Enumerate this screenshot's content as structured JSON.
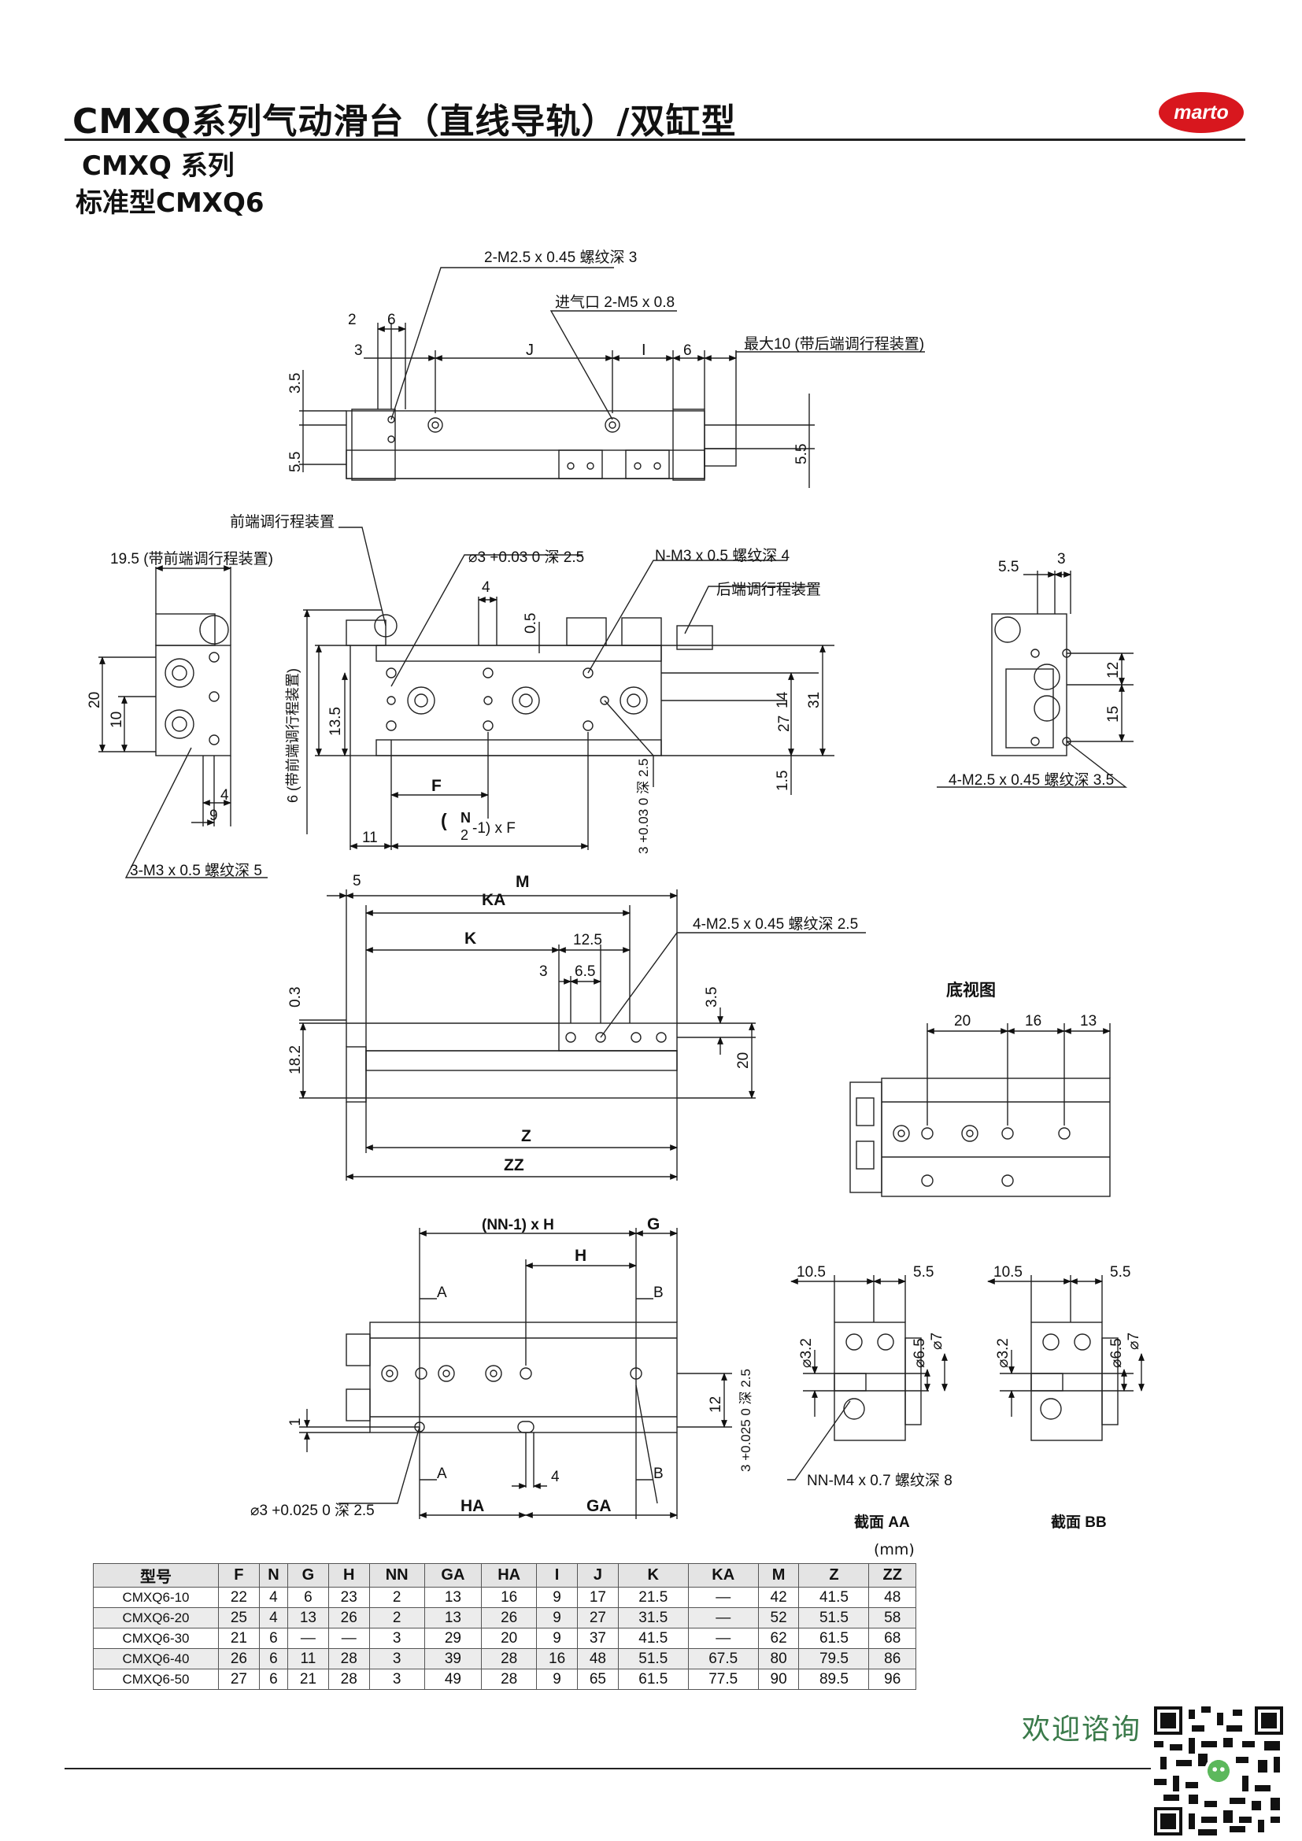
{
  "header": {
    "title": "CMXQ系列气动滑台（直线导轨）/双缸型",
    "series": "CMXQ 系列",
    "model": "标准型CMXQ6",
    "brand": "marto",
    "brand_color": "#d8171e"
  },
  "drawings": {
    "top_view": {
      "callout_thread": "2-M2.5 x 0.45 螺纹深 3",
      "callout_port": "进气口 2-M5 x 0.8",
      "callout_max": "最大10 (带后端调行程装置)",
      "dims": {
        "d2": "2",
        "d6a": "6",
        "d3": "3",
        "dJ": "J",
        "dI": "I",
        "d6b": "6",
        "d35": "3.5",
        "d55a": "5.5",
        "d55b": "5.5"
      }
    },
    "front_view": {
      "front_adjuster": "前端调行程装置",
      "front_dim": "19.5 (带前端调行程装置)",
      "dowel": "⌀3 +0.03 0 深 2.5",
      "thread_n": "N-M3 x 0.5 螺纹深 4",
      "rear_adjuster": "后端调行程装置",
      "left_thread": "3-M3 x 0.5 螺纹深 5",
      "vertical_note": "6 (带前端调行程装置)",
      "bottom_dowel": "3 +0.03 0 深 2.5",
      "formula_n": "N",
      "formula_2": "2",
      "formula_rest": "-1) x F",
      "dims": {
        "d20": "20",
        "d10": "10",
        "d4a": "4",
        "d9": "9",
        "d4b": "4",
        "d05": "0.5",
        "d135": "13.5",
        "dF": "F",
        "d11": "11",
        "d14": "14",
        "d27": "27",
        "d31": "31",
        "d15a": "1.5"
      }
    },
    "right_view": {
      "thread": "4-M2.5 x 0.45 螺纹深 3.5",
      "dims": {
        "d55": "5.5",
        "d3": "3",
        "d12": "12",
        "d15": "15"
      }
    },
    "side_view": {
      "thread": "4-M2.5 x 0.45 螺纹深 2.5",
      "dims": {
        "d5": "5",
        "dM": "M",
        "dKA": "KA",
        "dK": "K",
        "d125": "12.5",
        "d3": "3",
        "d65": "6.5",
        "d03": "0.3",
        "d35": "3.5",
        "d182": "18.2",
        "d20": "20",
        "dZ": "Z",
        "dZZ": "ZZ"
      }
    },
    "bottom_view": {
      "title": "底视图",
      "dims": {
        "d20": "20",
        "d16": "16",
        "d13": "13"
      }
    },
    "lower_view": {
      "formula": "(NN-1) x H",
      "dims": {
        "dG": "G",
        "dH": "H",
        "dA": "A",
        "dB": "B",
        "d1": "1",
        "d12": "12",
        "d4": "4",
        "dHA": "HA",
        "dGA": "GA"
      },
      "right_dowel": "3 +0.025 0 深 2.5",
      "left_dowel": "⌀3 +0.025 0 深 2.5",
      "thread_nn": "NN-M4 x 0.7 螺纹深 8"
    },
    "section_aa": {
      "title": "截面 AA",
      "dims": {
        "d105": "10.5",
        "d55": "5.5",
        "d32": "⌀3.2",
        "d65": "⌀6.5",
        "d7": "⌀7"
      }
    },
    "section_bb": {
      "title": "截面 BB",
      "dims": {
        "d105": "10.5",
        "d55": "5.5",
        "d32": "⌀3.2",
        "d65": "⌀6.5",
        "d7": "⌀7"
      }
    }
  },
  "table": {
    "unit": "(mm)",
    "headers": [
      "型号",
      "F",
      "N",
      "G",
      "H",
      "NN",
      "GA",
      "HA",
      "I",
      "J",
      "K",
      "KA",
      "M",
      "Z",
      "ZZ"
    ],
    "rows": [
      [
        "CMXQ6-10",
        "22",
        "4",
        "6",
        "23",
        "2",
        "13",
        "16",
        "9",
        "17",
        "21.5",
        "—",
        "42",
        "41.5",
        "48"
      ],
      [
        "CMXQ6-20",
        "25",
        "4",
        "13",
        "26",
        "2",
        "13",
        "26",
        "9",
        "27",
        "31.5",
        "—",
        "52",
        "51.5",
        "58"
      ],
      [
        "CMXQ6-30",
        "21",
        "6",
        "—",
        "—",
        "3",
        "29",
        "20",
        "9",
        "37",
        "41.5",
        "—",
        "62",
        "61.5",
        "68"
      ],
      [
        "CMXQ6-40",
        "26",
        "6",
        "11",
        "28",
        "3",
        "39",
        "28",
        "16",
        "48",
        "51.5",
        "67.5",
        "80",
        "79.5",
        "86"
      ],
      [
        "CMXQ6-50",
        "27",
        "6",
        "21",
        "28",
        "3",
        "49",
        "28",
        "9",
        "65",
        "61.5",
        "77.5",
        "90",
        "89.5",
        "96"
      ]
    ]
  },
  "footer": {
    "welcome": "欢迎谘询"
  }
}
